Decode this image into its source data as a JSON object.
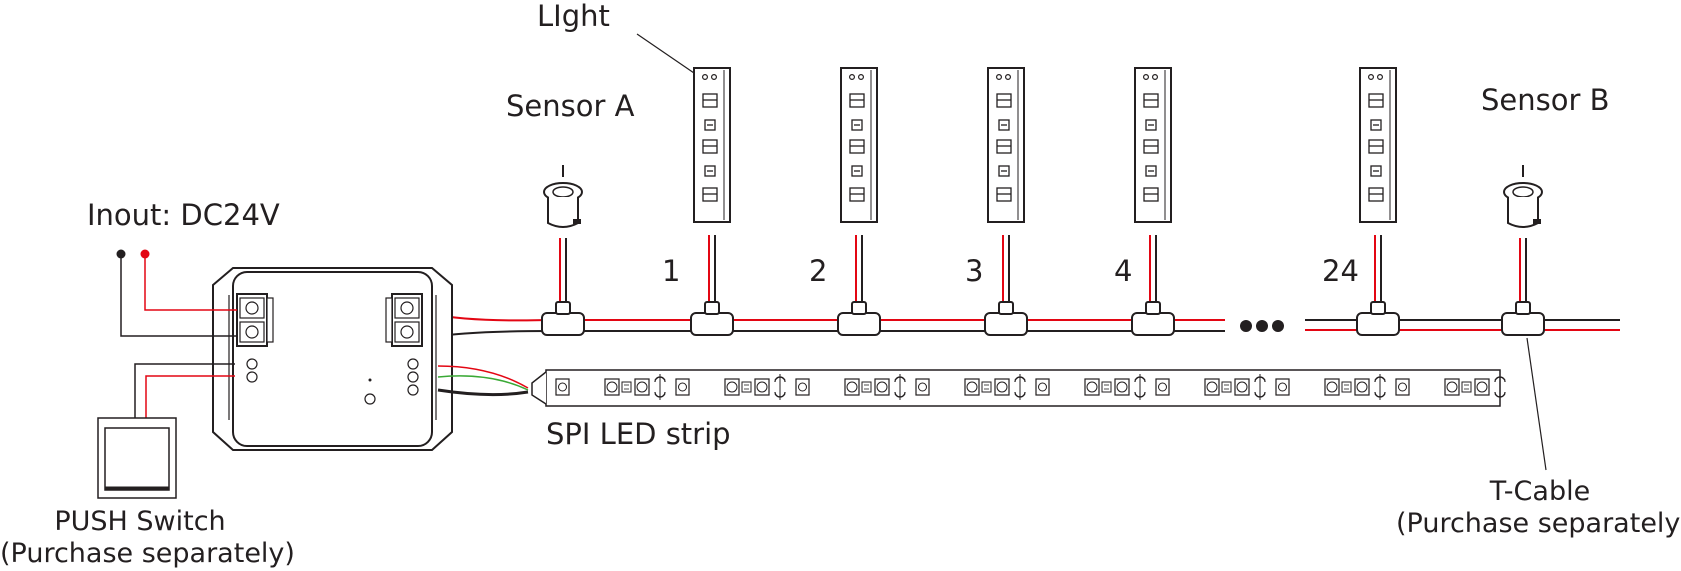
{
  "labels": {
    "light": "LIght",
    "sensor_a": "Sensor A",
    "sensor_b": "Sensor B",
    "input": "Inout: DC24V",
    "spi_strip": "SPI LED strip",
    "push_switch": "PUSH Switch",
    "push_switch_note": "(Purchase separately)",
    "t_cable": "T-Cable",
    "t_cable_note": "(Purchase separately)"
  },
  "lights": [
    {
      "number": "1"
    },
    {
      "number": "2"
    },
    {
      "number": "3"
    },
    {
      "number": "4"
    },
    {
      "number": "24"
    }
  ],
  "colors": {
    "line": "#231f20",
    "wire_red": "#e30613",
    "wire_black": "#231f20",
    "wire_green": "#3aa935"
  }
}
